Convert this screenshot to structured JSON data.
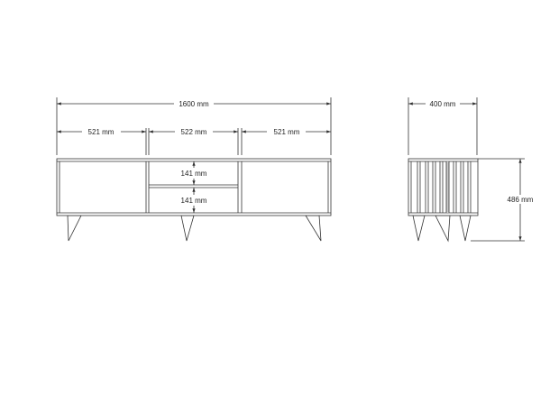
{
  "front_view": {
    "total_width": "1600 mm",
    "left_section_width": "521 mm",
    "middle_section_width": "522 mm",
    "right_section_width": "521 mm",
    "upper_drawer_height": "141 mm",
    "lower_drawer_height": "141 mm"
  },
  "side_view": {
    "depth": "400 mm",
    "height": "486 mm"
  }
}
